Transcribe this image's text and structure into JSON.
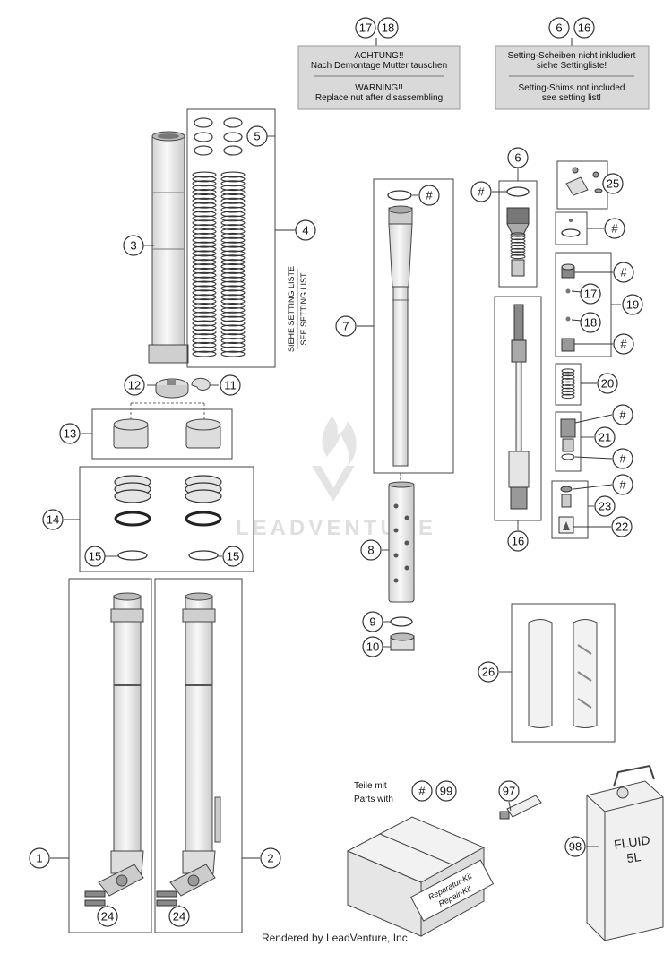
{
  "notes": {
    "note_17_18": {
      "refs": [
        "17",
        "18"
      ],
      "line1": "ACHTUNG!!",
      "line2": "Nach Demontage Mutter tauschen",
      "line3": "WARNING!!",
      "line4": "Replace nut after disassembling"
    },
    "note_6_16": {
      "refs": [
        "6",
        "16"
      ],
      "line1": "Setting-Scheiben nicht inkludiert",
      "line2": "siehe Settingliste!",
      "line3": "Setting-Shims not included",
      "line4": "see setting list!"
    }
  },
  "setting_list": {
    "line1": "SIEHE SETTING LISTE",
    "line2": "SEE SETTING LIST"
  },
  "callouts": {
    "c1": "1",
    "c2": "2",
    "c3": "3",
    "c4": "4",
    "c5": "5",
    "c6": "6",
    "c7": "7",
    "c8": "8",
    "c9": "9",
    "c10": "10",
    "c11": "11",
    "c12": "12",
    "c13": "13",
    "c14": "14",
    "c15a": "15",
    "c15b": "15",
    "c16": "16",
    "c17": "17",
    "c18": "18",
    "c19": "19",
    "c20": "20",
    "c21": "21",
    "c22": "22",
    "c23": "23",
    "c24a": "24",
    "c24b": "24",
    "c25": "25",
    "c26": "26",
    "c97": "97",
    "c98": "98",
    "c99": "99",
    "h1": "#",
    "h2": "#",
    "h3": "#",
    "h4": "#",
    "h5": "#",
    "h6": "#",
    "h7": "#",
    "h8": "#",
    "h9": "#",
    "h10": "#"
  },
  "kit": {
    "label1": "Teile mit",
    "label2": "Parts with",
    "box_text1": "Reparatur-Kit",
    "box_text2": "Repair-Kit"
  },
  "fluid": {
    "text1": "FLUID",
    "text2": "5L"
  },
  "watermark": "LEADVENTURE",
  "footer": "Rendered by LeadVenture, Inc.",
  "colors": {
    "note_bg": "#d9d9d9",
    "line": "#333333",
    "part_fill": "#eeeeee",
    "watermark": "#d8d8d8"
  }
}
